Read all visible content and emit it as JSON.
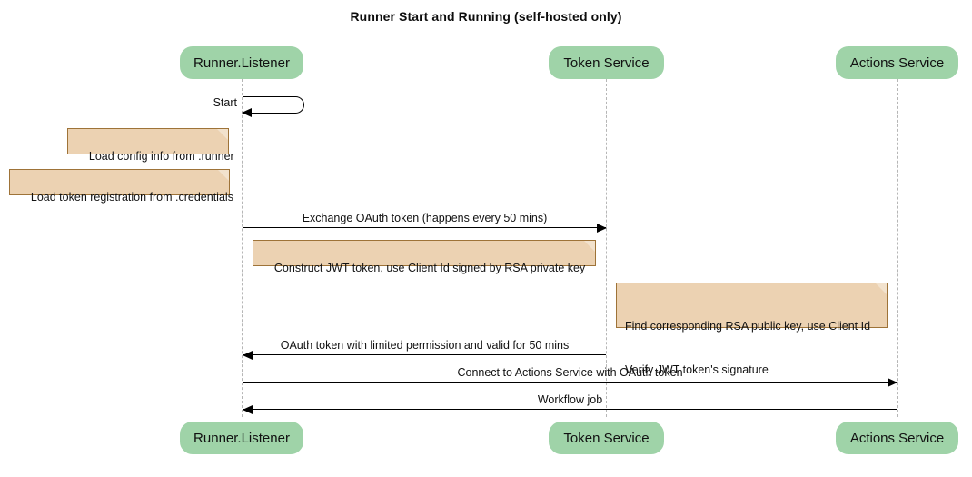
{
  "diagram": {
    "title": "Runner Start and Running (self-hosted only)",
    "type": "sequence-diagram",
    "colors": {
      "participant_fill": "#9fd3a8",
      "note_fill": "#ecd2b2",
      "note_border": "#9e7338",
      "lifeline": "#b6b6b6",
      "arrow": "#000000",
      "text": "#111111",
      "background": "#ffffff"
    }
  },
  "participants": [
    {
      "id": "runner",
      "label": "Runner.Listener"
    },
    {
      "id": "token",
      "label": "Token Service"
    },
    {
      "id": "actions",
      "label": "Actions Service"
    }
  ],
  "participants_bottom": [
    {
      "id": "runner",
      "label": "Runner.Listener"
    },
    {
      "id": "token",
      "label": "Token Service"
    },
    {
      "id": "actions",
      "label": "Actions Service"
    }
  ],
  "self_messages": [
    {
      "id": "start",
      "label": "Start",
      "from": "runner",
      "to": "runner"
    }
  ],
  "notes": [
    {
      "id": "note-load-config",
      "text": "Load config info from .runner",
      "attached_to": "runner"
    },
    {
      "id": "note-load-token",
      "text": "Load token registration from .credentials",
      "attached_to": "runner"
    },
    {
      "id": "note-construct-jwt",
      "text": "Construct JWT token, use Client Id signed by RSA private key",
      "attached_to": "runner"
    },
    {
      "id": "note-verify-jwt",
      "line1": "Find corresponding RSA public key, use Client Id",
      "line2": "Verify JWT token's signature",
      "attached_to": "token"
    }
  ],
  "messages": [
    {
      "id": "msg-exchange-oauth",
      "label": "Exchange OAuth token (happens every 50 mins)",
      "from": "runner",
      "to": "token",
      "direction": "right"
    },
    {
      "id": "msg-oauth-token-reply",
      "label": "OAuth token with limited permission and valid for 50 mins",
      "from": "token",
      "to": "runner",
      "direction": "left"
    },
    {
      "id": "msg-connect-actions",
      "label": "Connect to Actions Service with OAuth token",
      "from": "runner",
      "to": "actions",
      "direction": "right"
    },
    {
      "id": "msg-workflow-job",
      "label": "Workflow job",
      "from": "actions",
      "to": "runner",
      "direction": "left"
    }
  ]
}
